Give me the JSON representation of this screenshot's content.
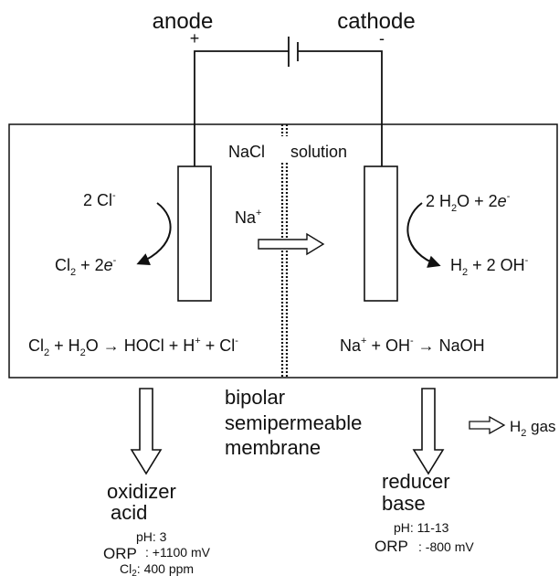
{
  "electrodes": {
    "anode": "anode",
    "cathode": "cathode",
    "plus": "+",
    "minus": "-"
  },
  "solution": {
    "label_part1": "NaCl",
    "label_part2": "solution"
  },
  "anode_side": {
    "reactant_coef": "2 Cl",
    "reactant_sup": "-",
    "product_a": "Cl",
    "product_a_sub": "2",
    "product_b": " + 2",
    "product_b_e": "e",
    "product_b_sup": "-",
    "eq_a": "Cl",
    "eq_a_sub": "2",
    "eq_b": " + H",
    "eq_b_sub": "2",
    "eq_c": "O → HOCl + H",
    "eq_c_sup": "+",
    "eq_d": " + Cl",
    "eq_d_sup": "-"
  },
  "transport": {
    "ion": "Na",
    "ion_sup": "+"
  },
  "cathode_side": {
    "reactant_a": "2 H",
    "reactant_a_sub": "2",
    "reactant_b": "O + 2",
    "reactant_b_e": "e",
    "reactant_b_sup": "-",
    "product_a": "H",
    "product_a_sub": "2",
    "product_b": " + 2 OH",
    "product_b_sup": "-",
    "eq_a": "Na",
    "eq_a_sup": "+",
    "eq_b": " + OH",
    "eq_b_sup": "-",
    "eq_c": " → NaOH"
  },
  "membrane": {
    "line1": "bipolar",
    "line2": "semipermeable",
    "line3": "membrane"
  },
  "gas": {
    "a": "H",
    "sub": "2",
    "b": " gas"
  },
  "outputs": {
    "left": {
      "line1": "oxidizer",
      "line2": "acid",
      "ph": "pH: 3",
      "orp_label": "ORP",
      "orp_value": ":  +1100 mV",
      "cl_a": "Cl",
      "cl_sub": "2",
      "cl_b": ": 400 ppm"
    },
    "right": {
      "line1": "reducer",
      "line2": "base",
      "ph": "pH: 11-13",
      "orp_label": "ORP",
      "orp_value": ": -800 mV"
    }
  },
  "colors": {
    "line": "#111111",
    "background": "#ffffff"
  }
}
